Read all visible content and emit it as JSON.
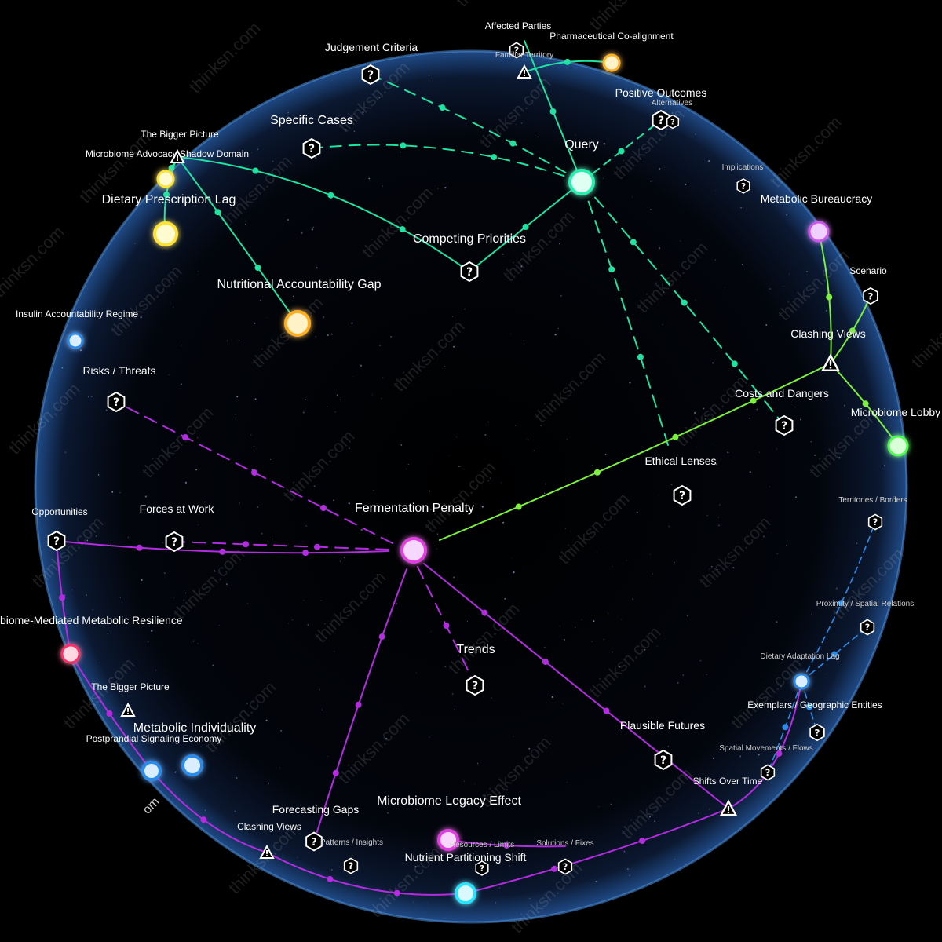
{
  "watermark": "thinksn.com",
  "colors": {
    "background": "#000000",
    "sphere": "#0a1020",
    "sphere_rim": "#4f8fd8",
    "green": "#1fe3a0",
    "lime": "#7cf03c",
    "purple": "#b32ce0",
    "blue": "#2a8be8",
    "yellow": "#ffe236",
    "orange": "#ffb020",
    "magenta": "#e23ce0",
    "red": "#ff2e6a",
    "cyan": "#27e3ff"
  },
  "nodes": {
    "fermentation": {
      "label": "Fermentation Penalty",
      "color": "#e23ce0"
    },
    "query": {
      "label": "Query",
      "color": "#27f0b0"
    },
    "nutrition_gap": {
      "label": "Nutritional Accountability Gap",
      "color": "#ffb020"
    },
    "dietary_lag": {
      "label": "Dietary Prescription Lag",
      "color": "#ffe236"
    },
    "dietary_lag_small": {
      "label": "",
      "color": "#ffe236"
    },
    "pharma": {
      "label": "Pharmaceutical Co-alignment",
      "color": "#ffb020"
    },
    "bureaucracy": {
      "label": "Metabolic Bureaucracy",
      "color": "#cc55ee"
    },
    "lobby": {
      "label": "Microbiome Lobby",
      "color": "#4dff4d"
    },
    "insulin": {
      "label": "Insulin Accountability Regime",
      "color": "#2a8be8"
    },
    "resilience": {
      "label": "biome-Mediated Metabolic Resilience",
      "color": "#ff2e6a"
    },
    "individuality": {
      "label": "Metabolic Individuality",
      "color": "#2a8be8"
    },
    "postprandial": {
      "label": "Postprandial Signaling Economy",
      "color": "#2a8be8"
    },
    "legacy": {
      "label": "Microbiome Legacy Effect",
      "color": "#e23ce0"
    },
    "partitioning": {
      "label": "Nutrient Partitioning Shift",
      "color": "#27e3ff"
    },
    "adaptation": {
      "label": "Dietary Adaptation Lag",
      "color": "#2a8be8"
    }
  },
  "hexes": {
    "judgement": "Judgement Criteria",
    "specific": "Specific Cases",
    "positive": "Positive Outcomes",
    "alternatives": "Alternatives",
    "implications": "Implications",
    "competing": "Competing Priorities",
    "risks": "Risks / Threats",
    "forces": "Forces at Work",
    "opportunities": "Opportunities",
    "costs": "Costs and Dangers",
    "ethical": "Ethical Lenses",
    "scenario": "Scenario",
    "territories": "Territories / Borders",
    "proximity": "Proximity / Spatial Relations",
    "trends": "Trends",
    "plausible": "Plausible Futures",
    "exemplars": "Exemplars / Geographic Entities",
    "spatial_movements": "Spatial Movements / Flows",
    "shifts": "Shifts Over Time",
    "forecasting": "Forecasting Gaps",
    "patterns": "Patterns / Insights",
    "resources": "Resources / Limits",
    "solutions": "Solutions / Fixes",
    "affected": "Affected Parties"
  },
  "warnings": {
    "familiar": "Familiar Territory",
    "bigger_top": "The Bigger Picture",
    "shadow": "Microbiome Advocacy Shadow Domain",
    "clashing_right": "Clashing Views",
    "bigger_left": "The Bigger Picture",
    "clashing_bottom": "Clashing Views",
    "shifts_warn": ""
  },
  "partial_labels": {
    "om_fragment": "om"
  }
}
